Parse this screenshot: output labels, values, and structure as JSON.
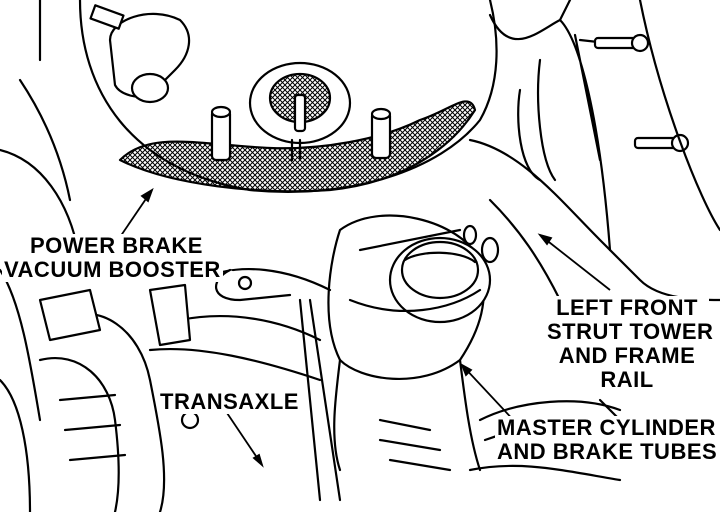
{
  "labels": {
    "booster": [
      "POWER BRAKE",
      "VACUUM BOOSTER"
    ],
    "strut": [
      "LEFT FRONT",
      "STRUT TOWER",
      "AND FRAME",
      "RAIL"
    ],
    "transaxle": [
      "TRANSAXLE"
    ],
    "master": [
      "MASTER CYLINDER",
      "AND BRAKE TUBES"
    ]
  },
  "colors": {
    "ink": "#000000",
    "paper": "#ffffff"
  }
}
